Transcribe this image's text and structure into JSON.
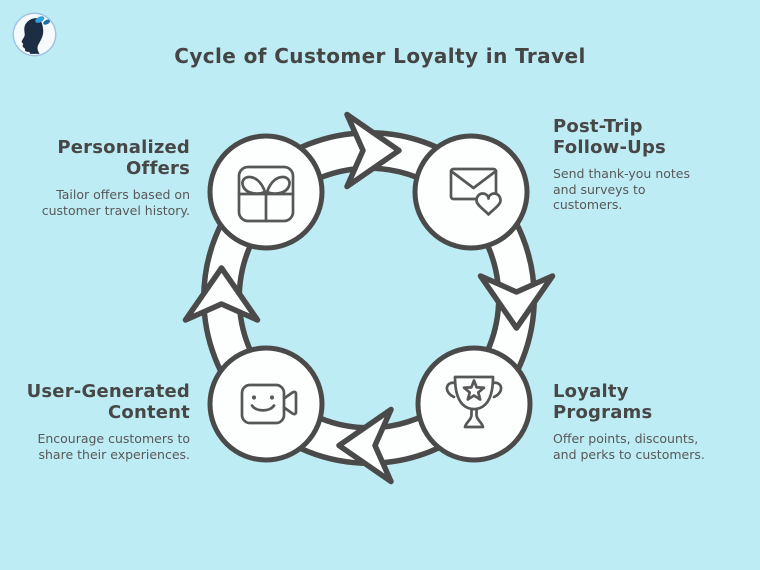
{
  "page": {
    "title": "Cycle of Customer Loyalty in Travel"
  },
  "colors": {
    "background": "#BEECF4",
    "outline": "#4A4A4A",
    "icon_stroke": "#575757",
    "shape_fill": "#FDFEFE",
    "heading_text": "#474747",
    "body_text": "#585858",
    "logo_silhouette": "#1C2E44",
    "logo_butterfly_light": "#2FA0D9",
    "logo_butterfly_dark": "#1E6FA6",
    "logo_border": "#9CC3E5"
  },
  "logo": {
    "icon": "woman-profile-butterfly-logo"
  },
  "cycle": {
    "direction": "clockwise",
    "arrow_icons": [
      "arrow-top-icon",
      "arrow-right-icon",
      "arrow-bottom-icon",
      "arrow-left-icon"
    ]
  },
  "nodes": [
    {
      "id": "personalized-offers",
      "icon": "gift-icon",
      "title_lines": [
        "Personalized",
        "Offers"
      ],
      "desc_lines": [
        "Tailor offers based on",
        "customer travel history."
      ]
    },
    {
      "id": "post-trip-follow-ups",
      "icon": "envelope-heart-icon",
      "title_lines": [
        "Post-Trip",
        "Follow-Ups"
      ],
      "desc_lines": [
        "Send thank-you notes",
        "and surveys to",
        "customers."
      ]
    },
    {
      "id": "loyalty-programs",
      "icon": "trophy-star-icon",
      "title_lines": [
        "Loyalty",
        "Programs"
      ],
      "desc_lines": [
        "Offer points, discounts,",
        "and perks to customers."
      ]
    },
    {
      "id": "user-generated-content",
      "icon": "video-camera-smiley-icon",
      "title_lines": [
        "User-Generated",
        "Content"
      ],
      "desc_lines": [
        "Encourage customers to",
        "share their experiences."
      ]
    }
  ]
}
